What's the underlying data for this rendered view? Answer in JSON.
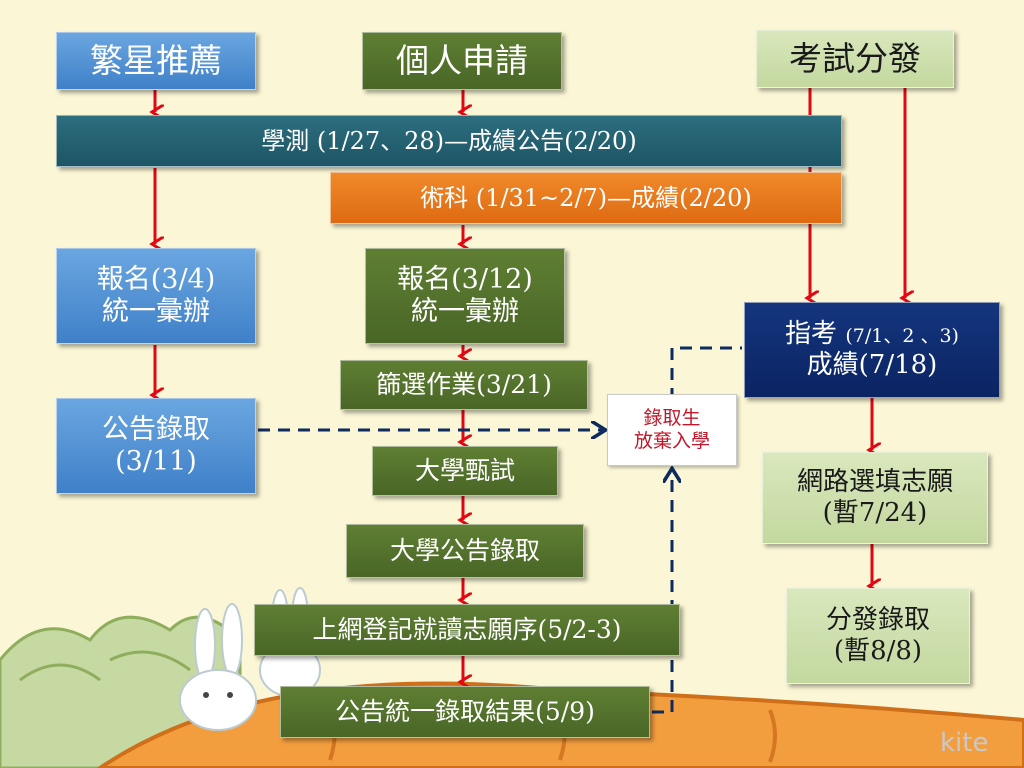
{
  "diagram": {
    "columns": {
      "star": "繁星推薦",
      "personal": "個人申請",
      "exam": "考試分發"
    },
    "gsat": "學測   (1/27、28)—成績公告(2/20)",
    "art": "術科   (1/31~2/7)—成績(2/20)",
    "star_register": [
      "報名(3/4)",
      "統一彙辦"
    ],
    "star_announce": [
      "公告錄取",
      "(3/11)"
    ],
    "personal_register": [
      "報名(3/12)",
      "統一彙辦"
    ],
    "screening": "篩選作業(3/21)",
    "interview": "大學甄試",
    "univ_announce": "大學公告錄取",
    "online_register": "上網登記就讀志願序(5/2-3)",
    "final_result": "公告統一錄取結果(5/9)",
    "give_up": [
      "錄取生",
      "放棄入學"
    ],
    "ast_line1": "指考",
    "ast_dates": "(7/1、2 、3)",
    "ast_line2": "成績(7/18)",
    "online_choice": [
      "網路選填志願",
      "(暫7/24)"
    ],
    "placement": [
      "分發錄取",
      "(暫8/8)"
    ]
  },
  "watermark": "kite",
  "colors": {
    "arrow": "#e30613",
    "dashed": "#0d2b5e",
    "background": "#fbf7d6"
  }
}
